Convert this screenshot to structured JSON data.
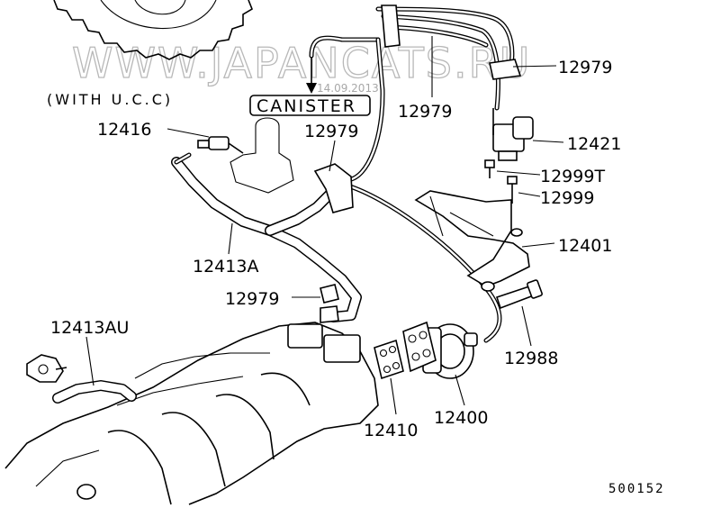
{
  "watermark": {
    "text": "WWW.JAPANCATS.RU",
    "stamp": "14.09.2013"
  },
  "notes": {
    "with_ucc": "(WITH U.C.C)",
    "canister": "CANISTER",
    "diagram_code": "500152"
  },
  "labels": {
    "p12979_top": "12979",
    "p12979_mid": "12979",
    "p12979_left": "12979",
    "p12979_bottom": "12979",
    "p12416": "12416",
    "p12421": "12421",
    "p12999T": "12999T",
    "p12999": "12999",
    "p12401": "12401",
    "p12413A": "12413A",
    "p12413AU": "12413AU",
    "p12988": "12988",
    "p12410": "12410",
    "p12400": "12400"
  }
}
